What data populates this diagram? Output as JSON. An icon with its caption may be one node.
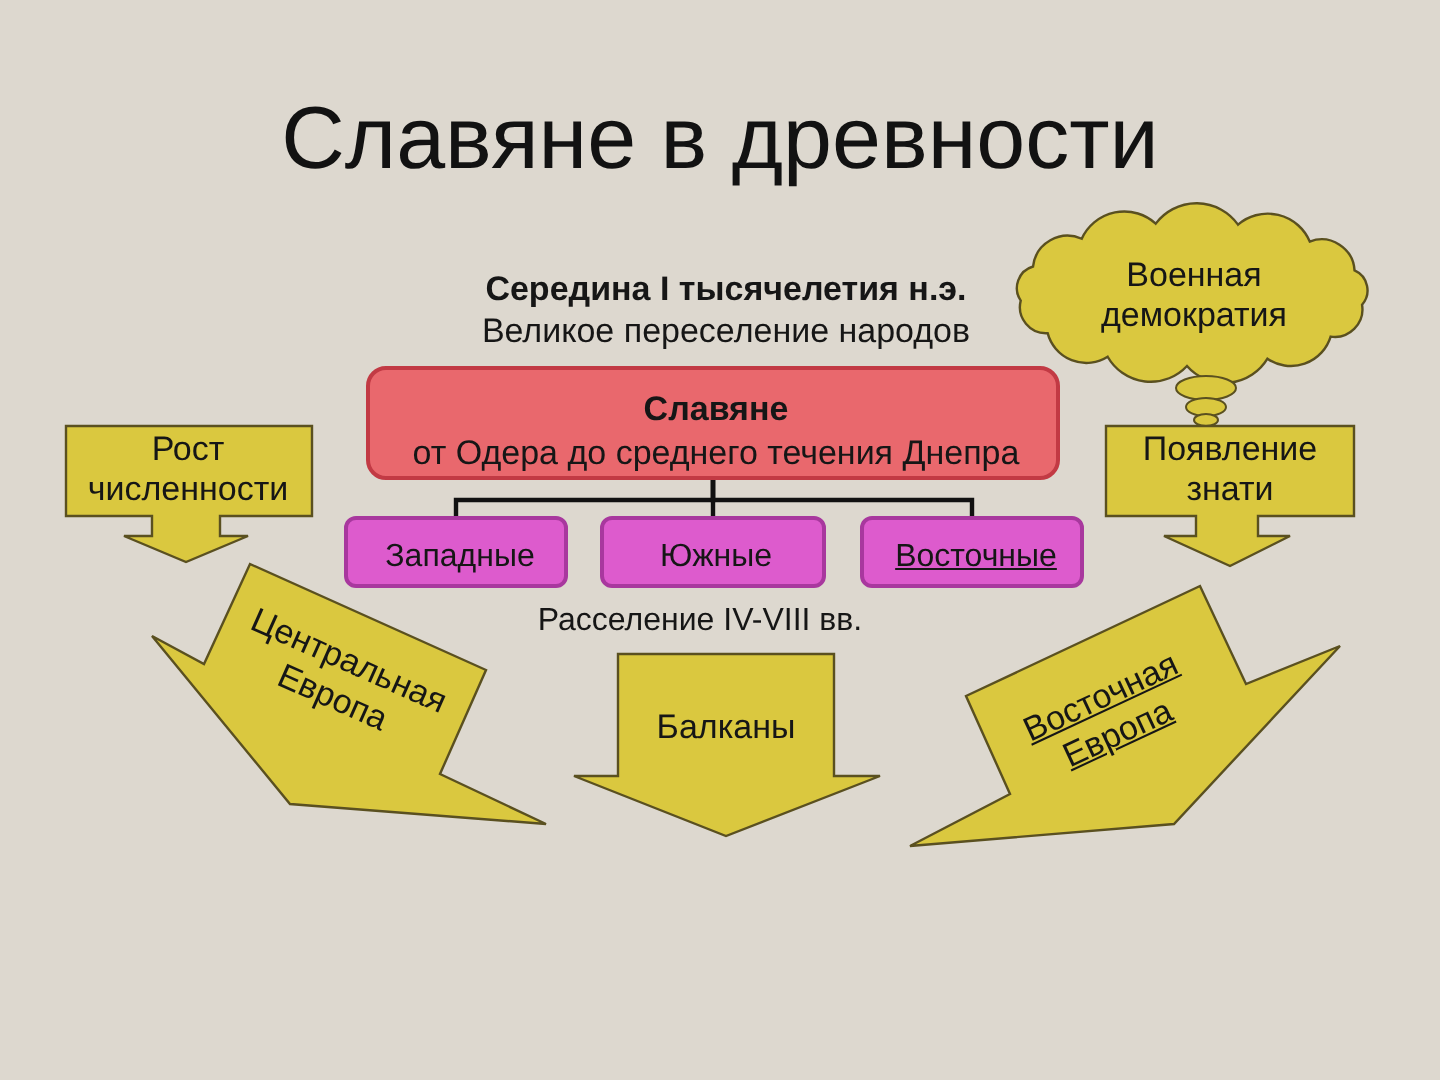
{
  "diagram": {
    "title": "Славяне в древности",
    "nodes": [
      {
        "text": [
          "Славяне",
          "от Одера до среднего течения Днепра"
        ]
      },
      {
        "text": [
          "Западные"
        ]
      },
      {
        "text": [
          "Южные"
        ]
      },
      {
        "text": [
          "Восточные"
        ]
      },
      {
        "text": [
          "Рост численности"
        ]
      },
      {
        "text": [
          "Военная демократия"
        ]
      },
      {
        "text": [
          "Появление знати"
        ]
      },
      {
        "text": [
          "Центральная Европа"
        ]
      },
      {
        "text": [
          "Балканы"
        ]
      },
      {
        "text": [
          "Восточная Европа"
        ]
      }
    ],
    "edges": [
      {
        "from": 0,
        "to": 1,
        "arrow": "none"
      },
      {
        "from": 0,
        "to": 2,
        "arrow": "none"
      },
      {
        "from": 0,
        "to": 3,
        "arrow": "none"
      }
    ],
    "labels": [
      "Середина I тысячелетия н.э.",
      "Великое переселение народов",
      "Расселение IV-VIII вв."
    ]
  }
}
